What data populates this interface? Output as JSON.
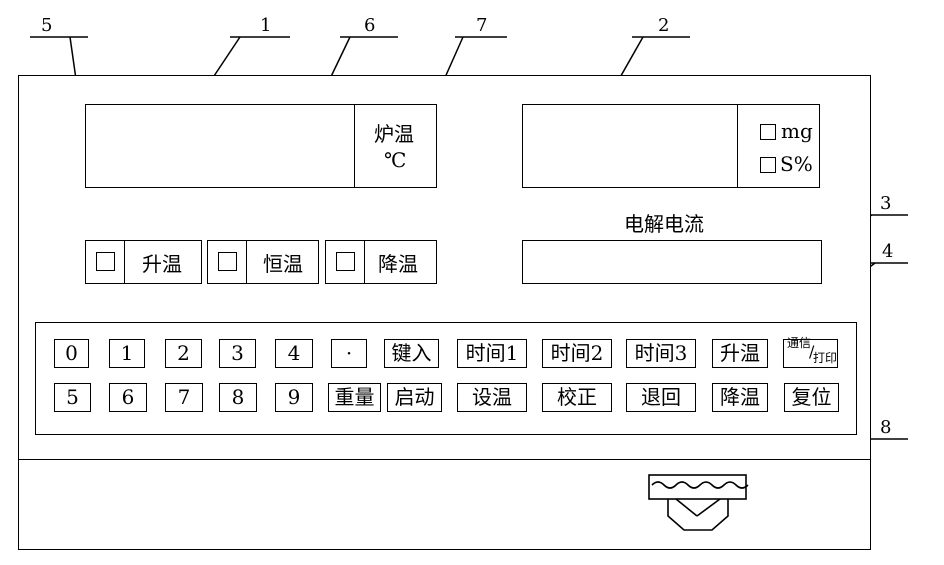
{
  "callouts": [
    "5",
    "1",
    "6",
    "7",
    "2",
    "3",
    "4",
    "8"
  ],
  "furnace_display": {
    "label_line1": "炉温",
    "label_line2": "℃"
  },
  "result_display": {
    "unit_mg": "mg",
    "unit_s": "S%"
  },
  "electrolysis": {
    "label": "电解电流"
  },
  "indicators": [
    {
      "label": "升温"
    },
    {
      "label": "恒温"
    },
    {
      "label": "降温"
    }
  ],
  "keypad": {
    "row1": [
      "0",
      "1",
      "2",
      "3",
      "4",
      "·",
      "键入",
      "时间1",
      "时间2",
      "时间3",
      "升温"
    ],
    "comm_print": {
      "top": "通信",
      "bottom": "打印"
    },
    "row2": [
      "5",
      "6",
      "7",
      "8",
      "9",
      "重量",
      "启动",
      "设温",
      "校正",
      "退回",
      "降温",
      "复位"
    ]
  }
}
